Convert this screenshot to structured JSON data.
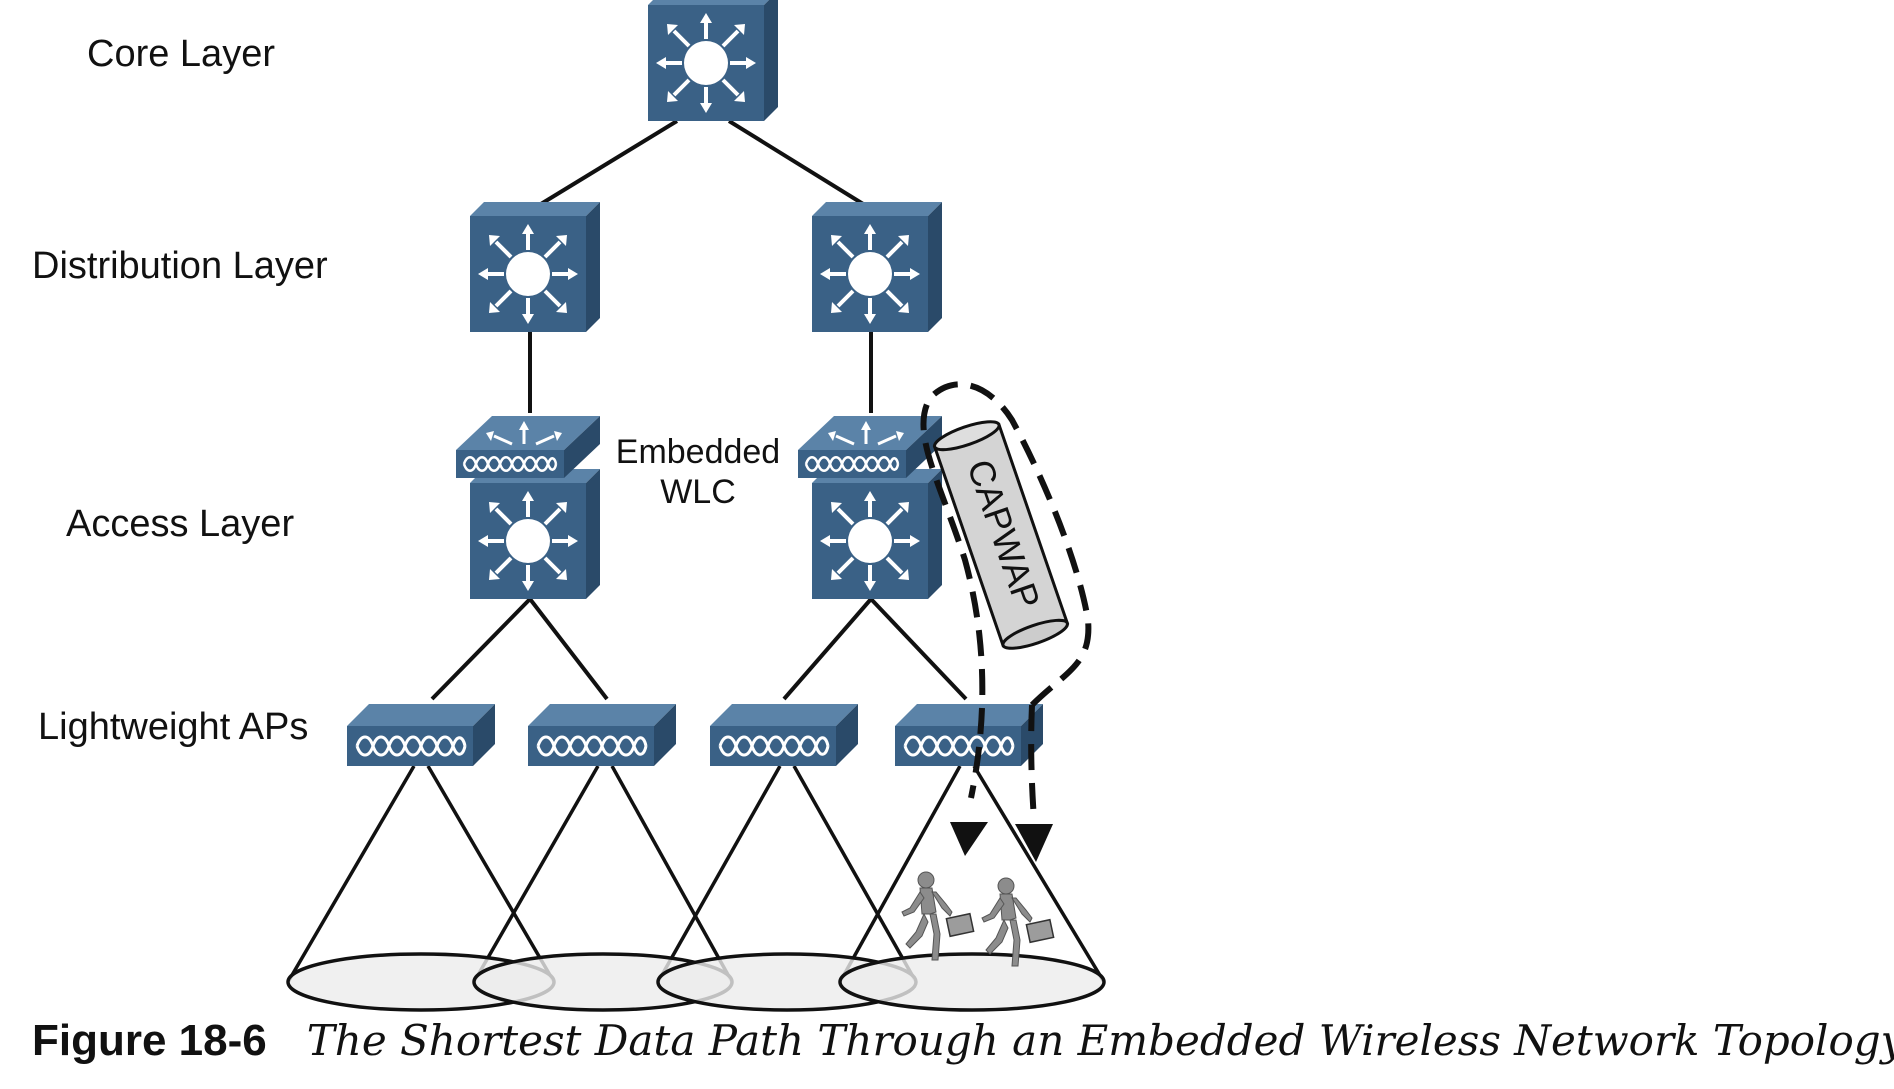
{
  "layers": {
    "core": "Core Layer",
    "distribution": "Distribution Layer",
    "access": "Access Layer",
    "aps": "Lightweight APs"
  },
  "wlc_label": {
    "line1": "Embedded",
    "line2": "WLC"
  },
  "tunnel_label": "CAPWAP",
  "caption": {
    "number": "Figure 18-6",
    "title": "The Shortest Data Path Through an Embedded Wireless Network Topology"
  },
  "colors": {
    "device_front": "#3a6186",
    "device_top": "#5b83a8",
    "device_side": "#2a4a69",
    "line": "#111111",
    "tunnel": "#d4d4d4",
    "coverage": "#ececec",
    "user": "#8c8c8c"
  },
  "icons": {
    "switch": "multilayer-switch-icon",
    "wlc": "wireless-lan-controller-icon",
    "ap": "lightweight-ap-icon",
    "user": "walking-user-icon"
  }
}
